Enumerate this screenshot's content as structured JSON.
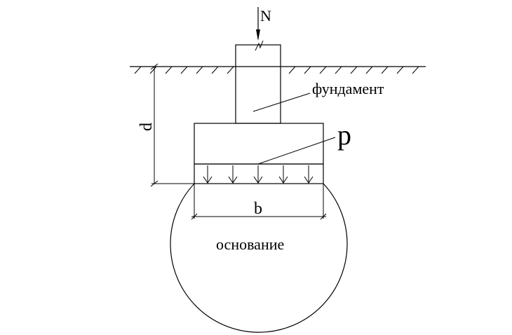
{
  "labels": {
    "force": "N",
    "foundation": "фундамент",
    "pressure": "p",
    "depth": "d",
    "width": "b",
    "base": "основание"
  },
  "style": {
    "line_color": "#000000",
    "background": "#ffffff"
  }
}
